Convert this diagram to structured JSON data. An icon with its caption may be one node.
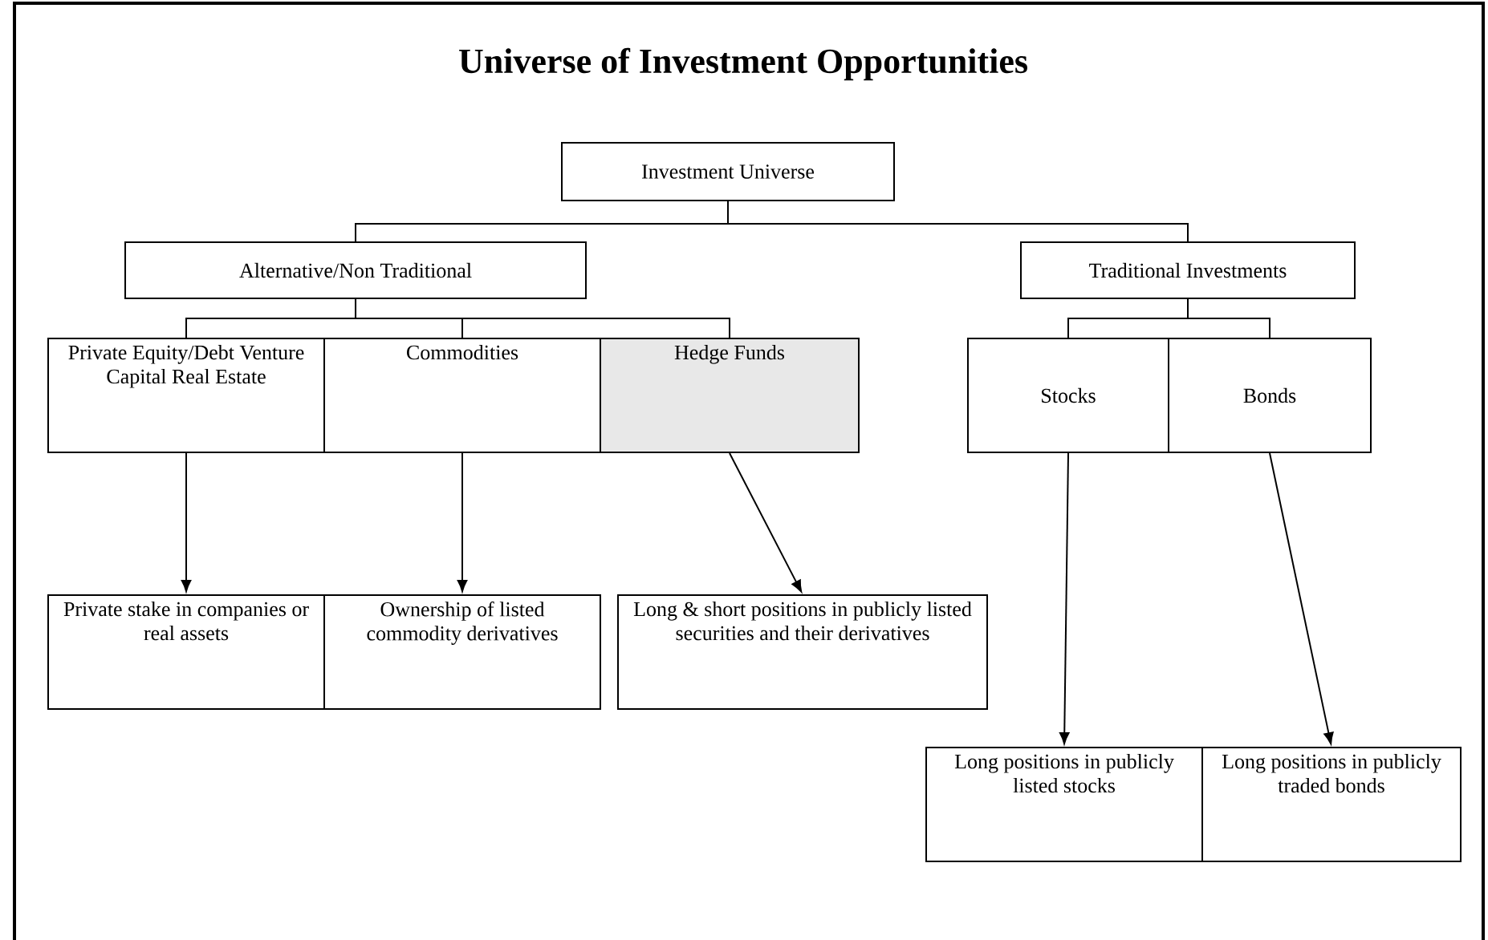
{
  "diagram": {
    "title": "Universe of Investment Opportunities",
    "nodes": [
      {
        "text": [
          "Investment Universe"
        ]
      },
      {
        "text": [
          "Alternative/Non Traditional"
        ]
      },
      {
        "text": [
          "Traditional Investments"
        ]
      },
      {
        "text": [
          "Private Equity/Debt Venture Capital Real Estate"
        ]
      },
      {
        "text": [
          "Commodities"
        ]
      },
      {
        "text": [
          "Hedge Funds"
        ]
      },
      {
        "text": [
          "Stocks"
        ]
      },
      {
        "text": [
          "Bonds"
        ]
      },
      {
        "text": [
          "Private stake in companies or real assets"
        ]
      },
      {
        "text": [
          "Ownership of listed commodity derivatives"
        ]
      },
      {
        "text": [
          "Long & short positions in publicly listed securities and their derivatives"
        ]
      },
      {
        "text": [
          "Long positions in publicly listed stocks"
        ]
      },
      {
        "text": [
          "Long positions in publicly traded bonds"
        ]
      }
    ],
    "edges": [
      {
        "from": 0,
        "to": 1,
        "arrow": "none"
      },
      {
        "from": 0,
        "to": 2,
        "arrow": "none"
      },
      {
        "from": 1,
        "to": 3,
        "arrow": "none"
      },
      {
        "from": 1,
        "to": 4,
        "arrow": "none"
      },
      {
        "from": 1,
        "to": 5,
        "arrow": "none"
      },
      {
        "from": 2,
        "to": 6,
        "arrow": "none"
      },
      {
        "from": 2,
        "to": 7,
        "arrow": "none"
      },
      {
        "from": 3,
        "to": 8,
        "arrow": "to"
      },
      {
        "from": 4,
        "to": 9,
        "arrow": "to"
      },
      {
        "from": 5,
        "to": 10,
        "arrow": "to"
      },
      {
        "from": 6,
        "to": 11,
        "arrow": "to"
      },
      {
        "from": 7,
        "to": 12,
        "arrow": "to"
      }
    ]
  }
}
